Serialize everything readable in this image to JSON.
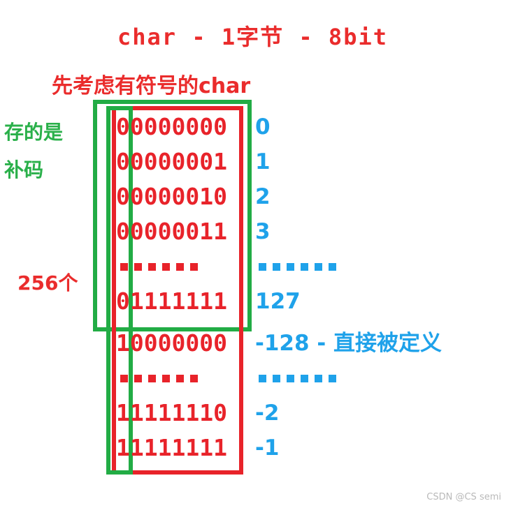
{
  "title": "char - 1字节 - 8bit",
  "subtitle": "先考虑有符号的char",
  "labels": {
    "stores_line1": "存的是",
    "stores_line2": "补码",
    "count": "256个"
  },
  "colors": {
    "red": "#e8232a",
    "green": "#22ac45",
    "blue": "#1fa2ea",
    "watermark": "#b9b9b9"
  },
  "boxes": [
    {
      "name": "green-outer-nonnegative-range",
      "color": "#22ac45"
    },
    {
      "name": "green-sign-bit-column",
      "color": "#22ac45"
    },
    {
      "name": "red-all-values",
      "color": "#e8232a"
    }
  ],
  "rows": [
    {
      "bits": "00000000",
      "dec": "0",
      "ellipsis": false,
      "note": ""
    },
    {
      "bits": "00000001",
      "dec": "1",
      "ellipsis": false,
      "note": ""
    },
    {
      "bits": "00000010",
      "dec": "2",
      "ellipsis": false,
      "note": ""
    },
    {
      "bits": "00000011",
      "dec": "3",
      "ellipsis": false,
      "note": ""
    },
    {
      "bits": "······",
      "dec": "······",
      "ellipsis": true,
      "note": ""
    },
    {
      "bits": "01111111",
      "dec": "127",
      "ellipsis": false,
      "note": ""
    },
    {
      "bits": "10000000",
      "dec": "-128 - 直接被定义",
      "ellipsis": false,
      "note": "直接被定义"
    },
    {
      "bits": "······",
      "dec": "······",
      "ellipsis": true,
      "note": ""
    },
    {
      "bits": "11111110",
      "dec": "-2",
      "ellipsis": false,
      "note": ""
    },
    {
      "bits": "11111111",
      "dec": "-1",
      "ellipsis": false,
      "note": ""
    }
  ],
  "watermark": "CSDN @CS semi"
}
